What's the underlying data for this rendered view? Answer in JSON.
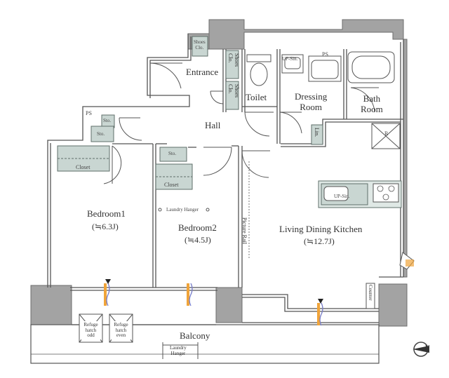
{
  "rooms": {
    "entrance": "Entrance",
    "toilet": "Toilet",
    "dressing_room": "Dressing\nRoom",
    "bath_room": "Bath\nRoom",
    "hall": "Hall",
    "bedroom1": "Bedroom1",
    "bedroom1_size": "(≒6.3J)",
    "bedroom2": "Bedroom2",
    "bedroom2_size": "(≒4.5J)",
    "ldk": "Living Dining Kitchen",
    "ldk_size": "(≒12.7J)",
    "balcony": "Balcony"
  },
  "fixtures": {
    "shoes_clo": "Shoes\nClo.",
    "sto": "Sto.",
    "closet": "Closet",
    "ps": "PS",
    "lin": "Lin.",
    "ups": "UP-Sin.",
    "upsin_kitchen": "UP-Sin.",
    "r": "R",
    "laundry_hanger_room": "Laundry Hanger",
    "laundry_hanger_balcony": "Laundry\nHanger",
    "picture_rail": "Picture Rail",
    "counter": "Counter",
    "refuge_odd": "Refuge\nhatch\nodd",
    "refuge_even": "Refuge\nhatch\neven"
  },
  "compass": "N",
  "colors": {
    "wall": "#a3a3a3",
    "wall_stroke": "#6d6d6d",
    "fixture": "#c9d6d2",
    "fixture_stroke": "#5f6f6a",
    "line": "#555555",
    "window_accent": "#f0a43a",
    "window_blue": "#7a7fc9"
  }
}
